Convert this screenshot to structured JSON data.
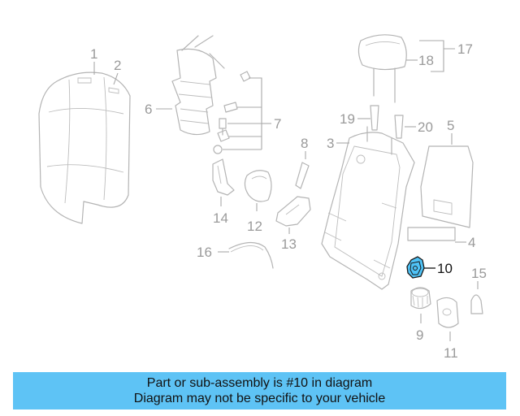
{
  "callouts": {
    "c1": "1",
    "c2": "2",
    "c3": "3",
    "c4": "4",
    "c5": "5",
    "c6": "6",
    "c7": "7",
    "c8": "8",
    "c9": "9",
    "c10": "10",
    "c11": "11",
    "c12": "12",
    "c13": "13",
    "c14": "14",
    "c15": "15",
    "c16": "16",
    "c17": "17",
    "c18": "18",
    "c19": "19",
    "c20": "20"
  },
  "highlight": {
    "part": "10",
    "color": "#4fc3f7"
  },
  "banner": {
    "line1": "Part or sub-assembly is #10 in diagram",
    "line2": "Diagram may not be specific to your vehicle",
    "background": "#5ec3f5"
  }
}
